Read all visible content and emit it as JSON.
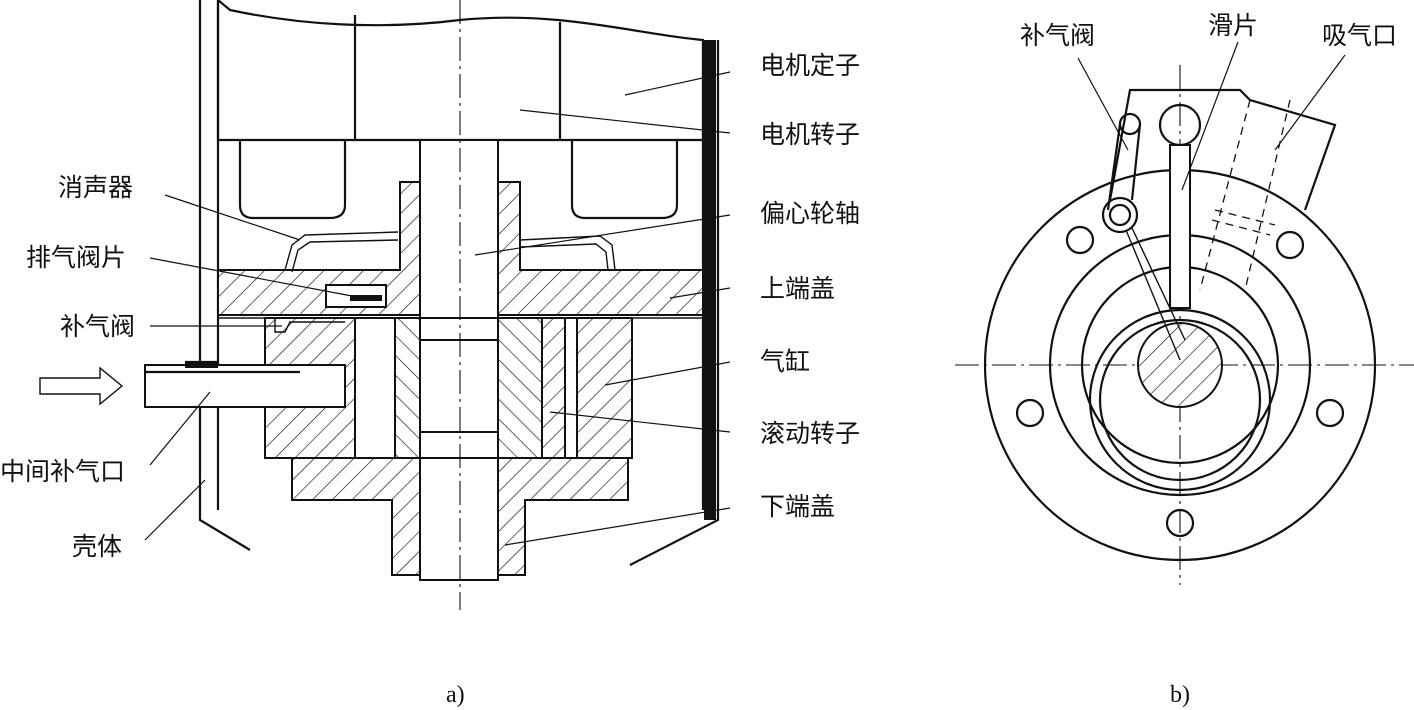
{
  "figure_a": {
    "labels": {
      "motor_stator": "电机定子",
      "motor_rotor": "电机转子",
      "eccentric_shaft": "偏心轮轴",
      "upper_end_cover": "上端盖",
      "cylinder": "气缸",
      "rolling_rotor": "滚动转子",
      "lower_end_cover": "下端盖",
      "muffler": "消声器",
      "discharge_valve": "排气阀片",
      "injection_valve": "补气阀",
      "mid_injection_port": "中间补气口",
      "shell": "壳体"
    },
    "caption": "a)"
  },
  "figure_b": {
    "labels": {
      "injection_valve": "补气阀",
      "vane": "滑片",
      "suction_port": "吸气口"
    },
    "caption": "b)"
  }
}
